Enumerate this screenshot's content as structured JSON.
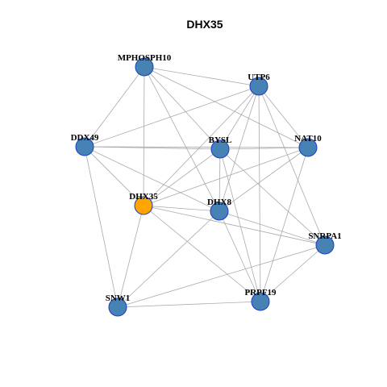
{
  "title": "DHX35",
  "colors": {
    "node_default": "#4682b4",
    "node_highlight": "#ffa500",
    "node_border": "#1a3fc4",
    "edge": "#aaaaaa"
  },
  "nodes": [
    {
      "id": "MPHOSPH10",
      "label": "MPHOSPH10",
      "highlight": false
    },
    {
      "id": "UTP6",
      "label": "UTP6",
      "highlight": false
    },
    {
      "id": "DDX49",
      "label": "DDX49",
      "highlight": false
    },
    {
      "id": "BYSL",
      "label": "BYSL",
      "highlight": false
    },
    {
      "id": "NAT10",
      "label": "NAT10",
      "highlight": false
    },
    {
      "id": "DHX35",
      "label": "DHX35",
      "highlight": true
    },
    {
      "id": "DHX8",
      "label": "DHX8",
      "highlight": false
    },
    {
      "id": "SNRPA1",
      "label": "SNRPA1",
      "highlight": false
    },
    {
      "id": "SNW1",
      "label": "SNW1",
      "highlight": false
    },
    {
      "id": "PRPF19",
      "label": "PRPF19",
      "highlight": false
    }
  ],
  "edges": [
    [
      "MPHOSPH10",
      "UTP6"
    ],
    [
      "MPHOSPH10",
      "DDX49"
    ],
    [
      "MPHOSPH10",
      "BYSL"
    ],
    [
      "MPHOSPH10",
      "NAT10"
    ],
    [
      "MPHOSPH10",
      "DHX35"
    ],
    [
      "MPHOSPH10",
      "DHX8"
    ],
    [
      "UTP6",
      "DDX49"
    ],
    [
      "UTP6",
      "BYSL"
    ],
    [
      "UTP6",
      "NAT10"
    ],
    [
      "UTP6",
      "DHX35"
    ],
    [
      "UTP6",
      "DHX8"
    ],
    [
      "UTP6",
      "SNRPA1"
    ],
    [
      "UTP6",
      "PRPF19"
    ],
    [
      "DDX49",
      "BYSL"
    ],
    [
      "DDX49",
      "NAT10"
    ],
    [
      "DDX49",
      "DHX35"
    ],
    [
      "DDX49",
      "DHX8"
    ],
    [
      "DDX49",
      "SNW1"
    ],
    [
      "BYSL",
      "NAT10"
    ],
    [
      "BYSL",
      "DHX35"
    ],
    [
      "BYSL",
      "DHX8"
    ],
    [
      "BYSL",
      "SNRPA1"
    ],
    [
      "BYSL",
      "PRPF19"
    ],
    [
      "NAT10",
      "DHX35"
    ],
    [
      "NAT10",
      "DHX8"
    ],
    [
      "NAT10",
      "PRPF19"
    ],
    [
      "DHX35",
      "DHX8"
    ],
    [
      "DHX35",
      "SNRPA1"
    ],
    [
      "DHX35",
      "SNW1"
    ],
    [
      "DHX35",
      "PRPF19"
    ],
    [
      "DHX8",
      "SNRPA1"
    ],
    [
      "DHX8",
      "SNW1"
    ],
    [
      "DHX8",
      "PRPF19"
    ],
    [
      "SNRPA1",
      "SNW1"
    ],
    [
      "SNRPA1",
      "PRPF19"
    ],
    [
      "SNW1",
      "PRPF19"
    ]
  ]
}
